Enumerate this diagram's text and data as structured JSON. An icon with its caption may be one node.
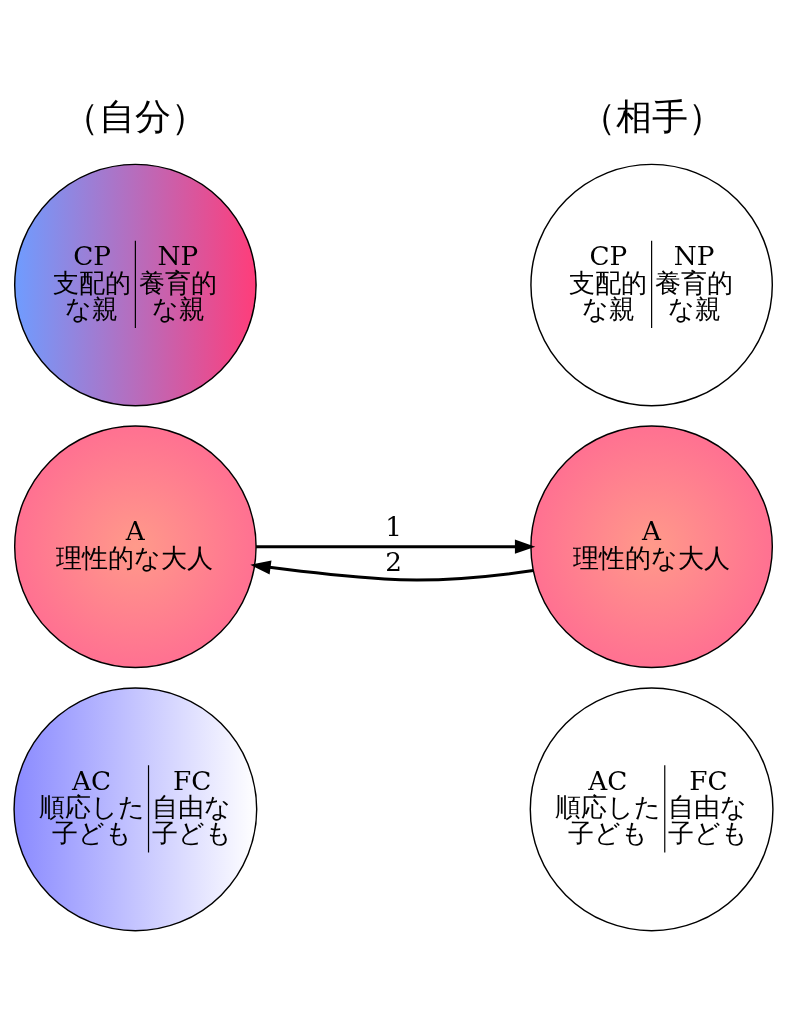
{
  "diagram": {
    "nodes": [
      {
        "text": [
          "CP",
          "支配的な親",
          "NP",
          "養育的な親"
        ]
      },
      {
        "text": [
          "A",
          "理性的な大人"
        ]
      },
      {
        "text": [
          "AC",
          "順応した子ども",
          "FC",
          "自由な子ども"
        ]
      },
      {
        "text": [
          "CP",
          "支配的な親",
          "NP",
          "養育的な親"
        ]
      },
      {
        "text": [
          "A",
          "理性的な大人"
        ]
      },
      {
        "text": [
          "AC",
          "順応した子ども",
          "FC",
          "自由な子ども"
        ]
      }
    ],
    "edges": [
      {
        "from": 1,
        "to": 4,
        "arrow": "to",
        "label": "1"
      },
      {
        "from": 4,
        "to": 1,
        "arrow": "to",
        "label": "2"
      }
    ],
    "labels": [
      "（自分）",
      "（相手）"
    ]
  }
}
